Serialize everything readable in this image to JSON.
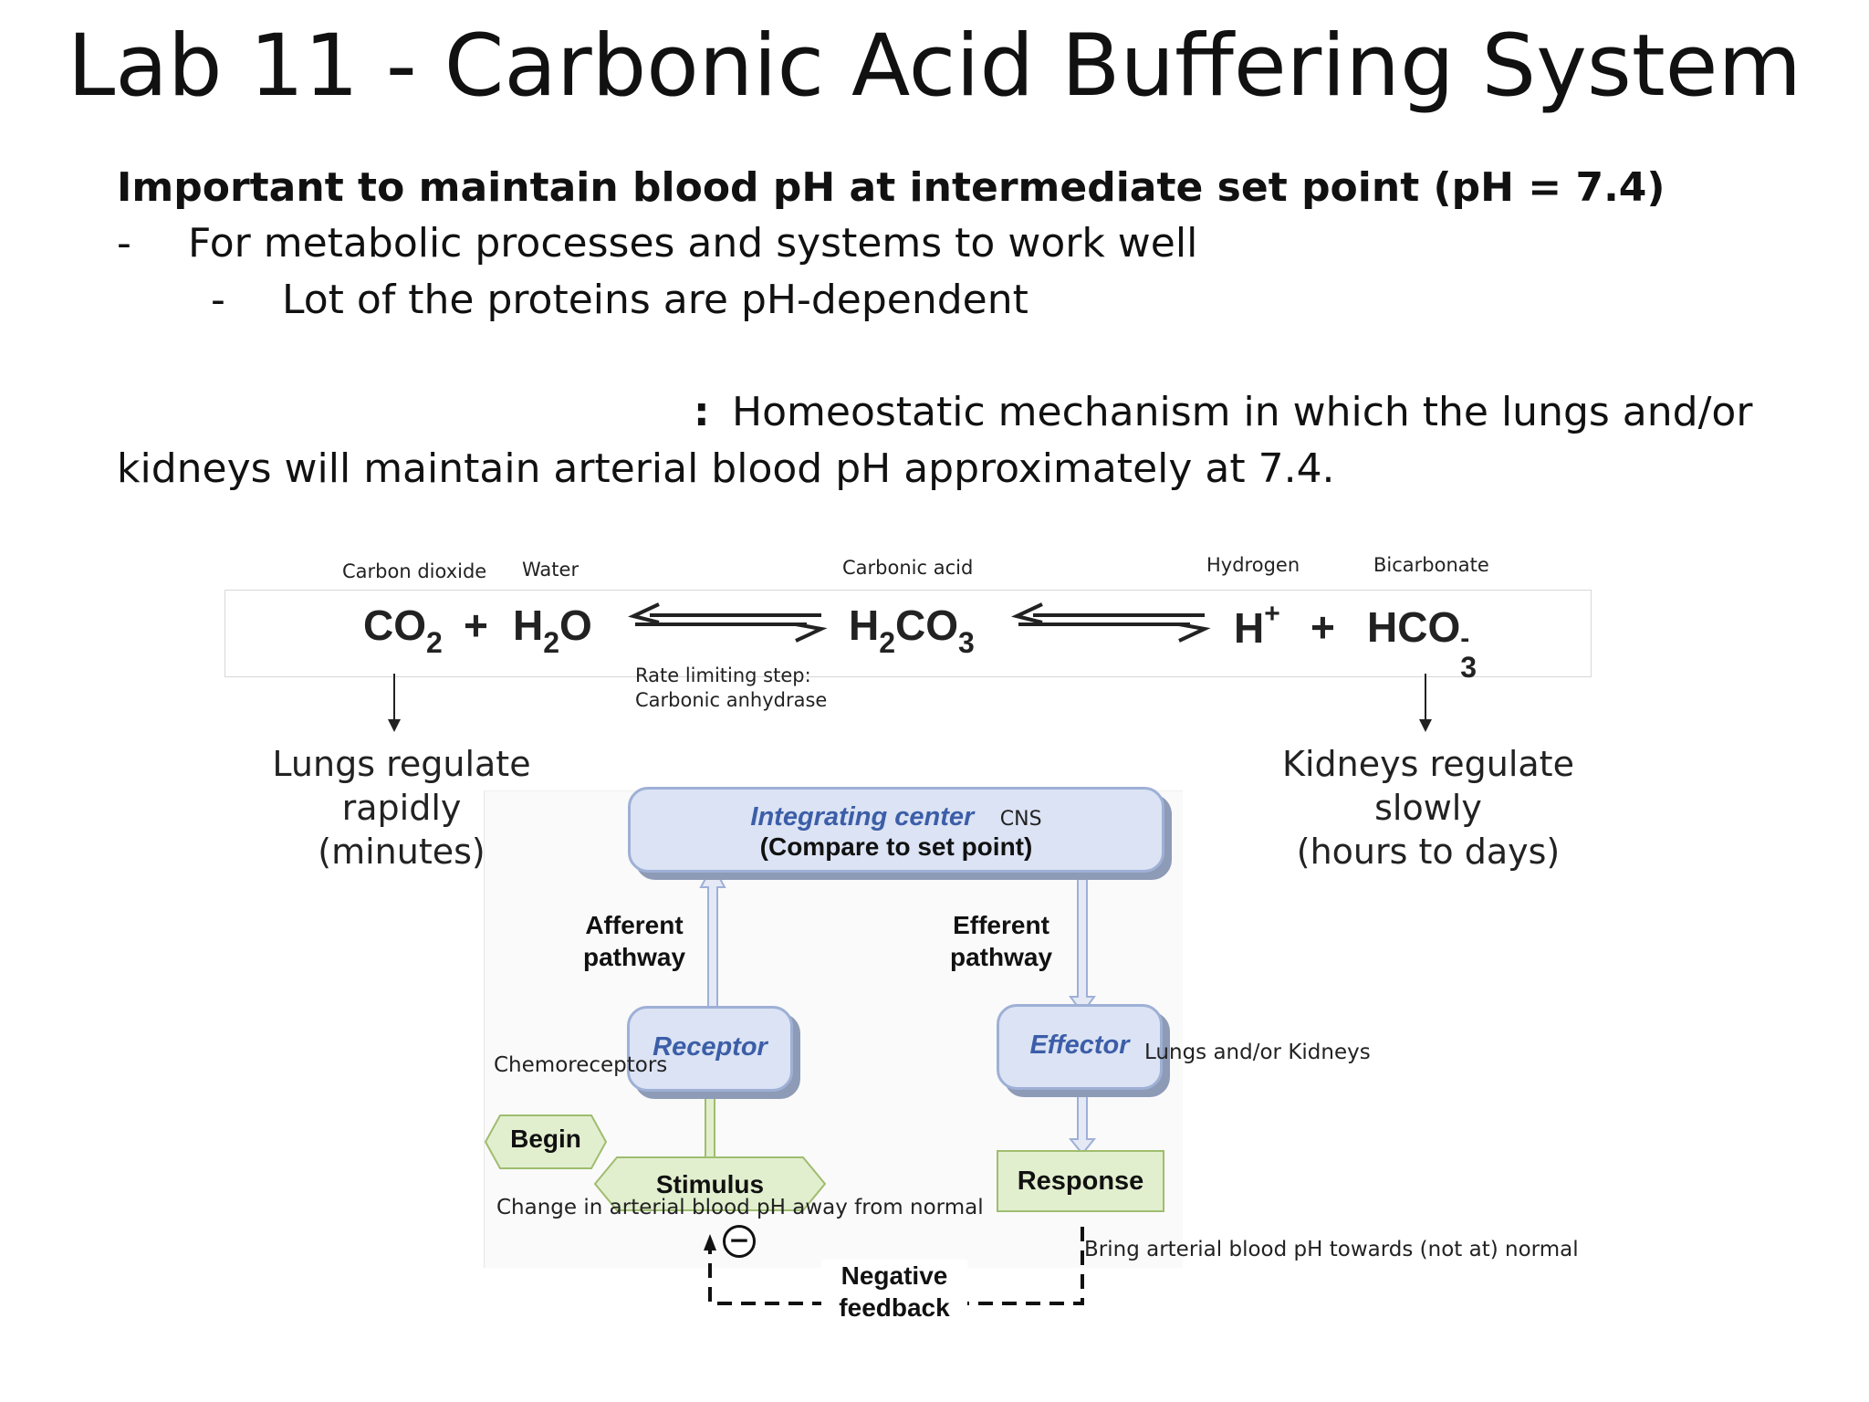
{
  "slide": {
    "title": "Lab 11 - Carbonic Acid Buffering System",
    "heading": "Important to maintain blood pH at  intermediate set point (pH = 7.4)",
    "bullet1_dash": "-",
    "bullet1": "For metabolic processes and systems to work well",
    "bullet2_dash": "-",
    "bullet2": "Lot of the proteins are pH-dependent",
    "definition_colon": ":",
    "definition_line1": "Homeostatic mechanism in which the lungs and/or",
    "definition_line2": "kidneys will maintain arterial blood pH approximately at 7.4."
  },
  "equation": {
    "labels": {
      "co2": "Carbon dioxide",
      "water": "Water",
      "carbonic_acid": "Carbonic acid",
      "hydrogen": "Hydrogen",
      "bicarbonate": "Bicarbonate"
    },
    "co2": "CO",
    "co2_sub": "2",
    "plus": "+",
    "h2o_h": "H",
    "h2o_sub": "2",
    "h2o_o": "O",
    "h2co3_h": "H",
    "h2co3_sub1": "2",
    "h2co3_co": "CO",
    "h2co3_sub2": "3",
    "h": "H",
    "h_sup": "+",
    "plus2": "+",
    "hco3": "HCO",
    "hco3_sup": "-",
    "hco3_sub": "3",
    "rate_line1": "Rate limiting  step:",
    "rate_line2": "Carbonic anhydrase"
  },
  "regulation": {
    "lungs": [
      "Lungs regulate",
      "rapidly",
      "(minutes)"
    ],
    "kidneys": [
      "Kidneys regulate",
      "slowly",
      "(hours to days)"
    ]
  },
  "feedback": {
    "integrating_center": "Integrating center",
    "cns": "CNS",
    "compare": "(Compare to set point)",
    "afferent": [
      "Afferent",
      "pathway"
    ],
    "efferent": [
      "Efferent",
      "pathway"
    ],
    "receptor": "Receptor",
    "effector": "Effector",
    "chemoreceptors": "Chemoreceptors",
    "lungs_kidneys": "Lungs and/or Kidneys",
    "begin": "Begin",
    "stimulus": "Stimulus",
    "stimulus_note": "Change in arterial blood pH away from normal",
    "response": "Response",
    "response_note": "Bring arterial blood pH towards (not at) normal",
    "negative": "Negative",
    "feedback": "feedback",
    "minus": "−"
  },
  "colors": {
    "box_fill": "#dbe3f4",
    "box_border": "#9eb0d6",
    "italic_label": "#3c5ea8",
    "green_fill": "#e2efcf",
    "green_border": "#9fbd6f"
  }
}
